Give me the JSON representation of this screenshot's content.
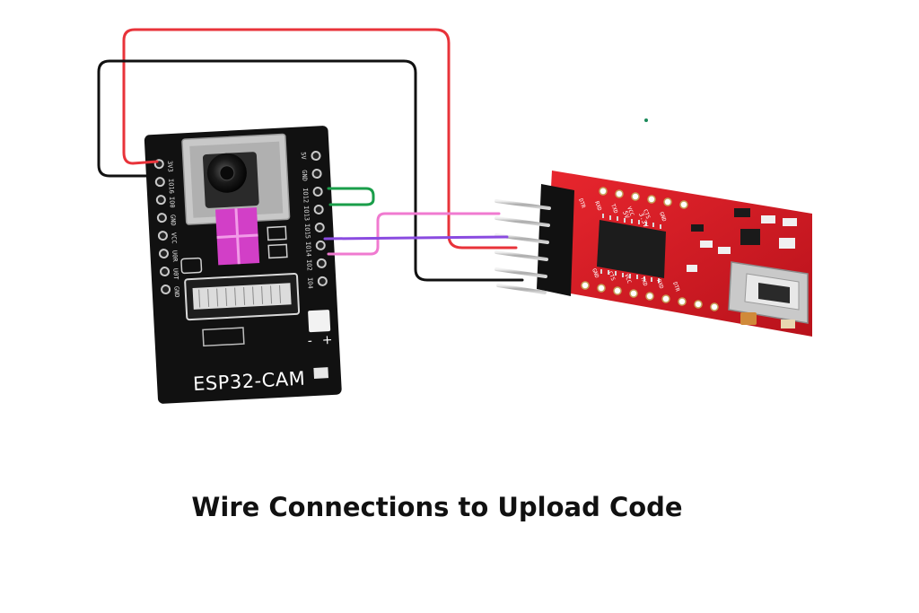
{
  "caption": "Wire Connections to Upload Code",
  "esp32": {
    "board_label": "ESP32-CAM",
    "left_pin_labels": [
      "3V3",
      "IO16",
      "IO0",
      "GND",
      "VCC",
      "U0R",
      "U0T",
      "GND"
    ],
    "right_pin_labels": [
      "5V",
      "GND",
      "IO12",
      "IO13",
      "IO15",
      "IO14",
      "IO2",
      "IO4"
    ],
    "power_marks": [
      "-",
      "+"
    ]
  },
  "ftdi": {
    "pin_labels": [
      "GND",
      "CTS",
      "VCC",
      "TXD",
      "RXD",
      "DTR"
    ],
    "top_labels": [
      "DTR",
      "RXD",
      "TXD",
      "VCC",
      "CTS",
      "GND"
    ],
    "misc_labels": [
      "3.3V",
      "5V"
    ]
  },
  "wires": {
    "colors": {
      "red": "#e8333a",
      "black": "#111111",
      "green": "#1a9e4a",
      "purple": "#8a4be0",
      "pink": "#f07ad0"
    }
  }
}
